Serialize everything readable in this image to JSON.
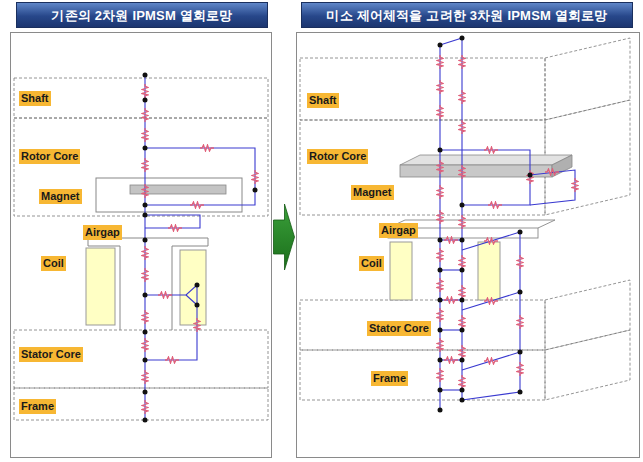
{
  "diagram": {
    "nodes": [
      {
        "text": [
          "기존의 2차원 IPMSM 열회로망"
        ]
      },
      {
        "text": [
          "미소 제어체적을 고려한 3차원 IPMSM 열회로망"
        ]
      },
      {
        "text": [
          "Shaft"
        ],
        "in": 0
      },
      {
        "text": [
          "Rotor Core"
        ],
        "in": 0
      },
      {
        "text": [
          "Magnet"
        ],
        "in": 0
      },
      {
        "text": [
          "Airgap"
        ],
        "in": 0
      },
      {
        "text": [
          "Coil"
        ],
        "in": 0
      },
      {
        "text": [
          "Stator Core"
        ],
        "in": 0
      },
      {
        "text": [
          "Frame"
        ],
        "in": 0
      },
      {
        "text": [
          "Shaft"
        ],
        "in": 1
      },
      {
        "text": [
          "Rotor Core"
        ],
        "in": 1
      },
      {
        "text": [
          "Magnet"
        ],
        "in": 1
      },
      {
        "text": [
          "Airgap"
        ],
        "in": 1
      },
      {
        "text": [
          "Coil"
        ],
        "in": 1
      },
      {
        "text": [
          "Stator Core"
        ],
        "in": 1
      },
      {
        "text": [
          "Frame"
        ],
        "in": 1
      }
    ],
    "edges": [
      {
        "from": 0,
        "to": 1,
        "arrow": "to"
      }
    ]
  }
}
